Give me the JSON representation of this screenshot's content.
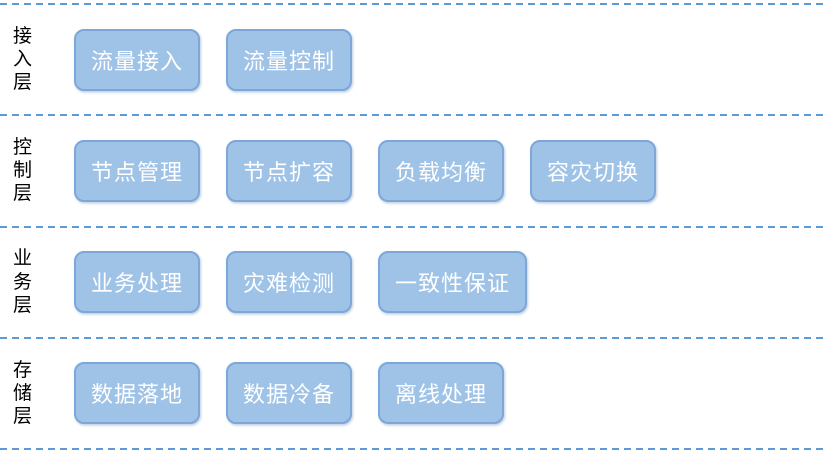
{
  "diagram": {
    "type": "layered-architecture",
    "layers": [
      {
        "label": "接入层",
        "boxes": [
          "流量接入",
          "流量控制"
        ]
      },
      {
        "label": "控制层",
        "boxes": [
          "节点管理",
          "节点扩容",
          "负载均衡",
          "容灾切换"
        ]
      },
      {
        "label": "业务层",
        "boxes": [
          "业务处理",
          "灾难检测",
          "一致性保证"
        ]
      },
      {
        "label": "存储层",
        "boxes": [
          "数据落地",
          "数据冷备",
          "离线处理"
        ]
      }
    ],
    "colors": {
      "box_fill": "#9fc3e7",
      "box_border": "#7da7d9",
      "box_text": "#ffffff",
      "divider": "#5b9bd5",
      "label_text": "#000000",
      "background": "#ffffff"
    }
  }
}
